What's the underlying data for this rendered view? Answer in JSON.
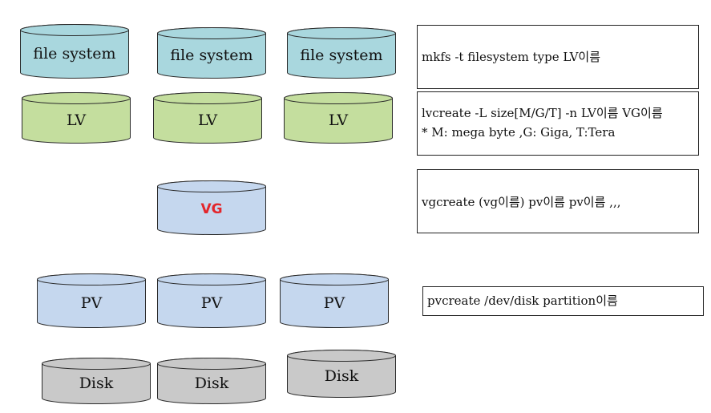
{
  "colors": {
    "filesystem_fill": "#a9d7de",
    "lv_fill": "#c4de9e",
    "vg_fill": "#c5d7ee",
    "pv_fill": "#c5d7ee",
    "disk_fill": "#c9c9c9",
    "vg_label": "#e3262c"
  },
  "layers": {
    "filesystem": [
      "file system",
      "file system",
      "file system"
    ],
    "lv": [
      "LV",
      "LV",
      "LV"
    ],
    "vg": [
      "VG"
    ],
    "pv": [
      "PV",
      "PV",
      "PV"
    ],
    "disk": [
      "Disk",
      "Disk",
      "Disk"
    ]
  },
  "commands": {
    "mkfs": {
      "line1": "mkfs -t filesystem type LV이름"
    },
    "lvcreate": {
      "line1": "lvcreate -L size[M/G/T] -n LV이름 VG이름",
      "line2": "* M: mega byte ,G: Giga, T:Tera"
    },
    "vgcreate": {
      "line1": "vgcreate (vg이름) pv이름 pv이름 ,,,"
    },
    "pvcreate": {
      "line1": "pvcreate /dev/disk partition이름"
    }
  }
}
